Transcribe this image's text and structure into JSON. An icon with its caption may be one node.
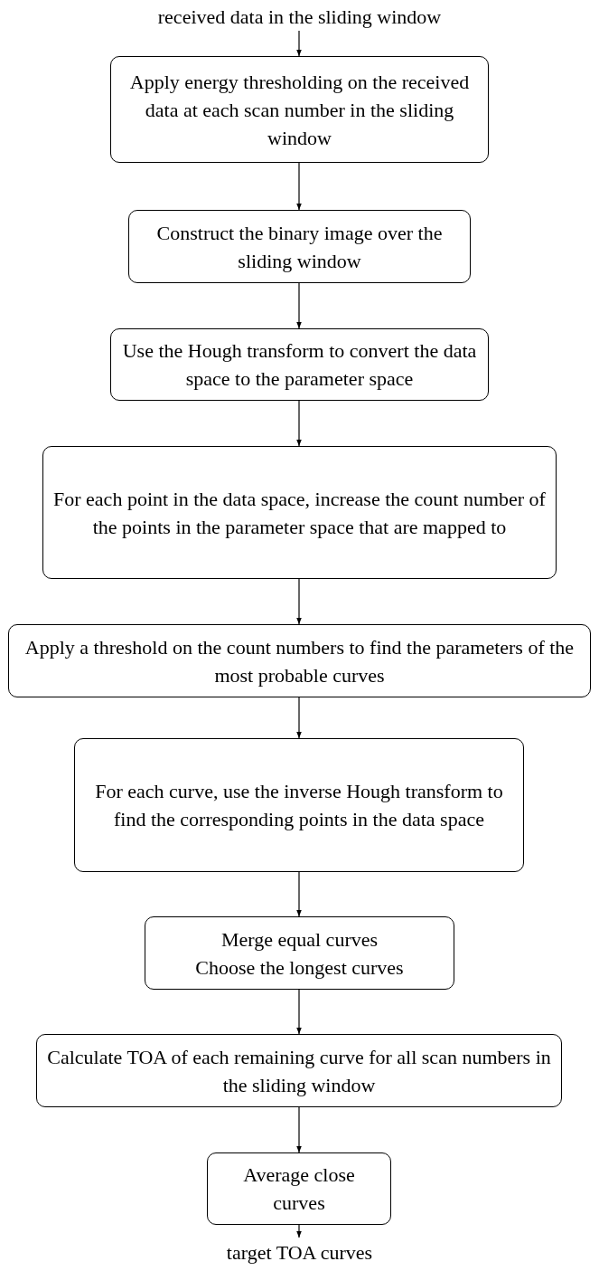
{
  "diagram": {
    "nodes": [
      {
        "text": [
          "received data in the sliding window"
        ]
      },
      {
        "text": [
          "Apply energy thresholding on the received data at each scan number in the sliding window"
        ]
      },
      {
        "text": [
          "Construct the binary image over the sliding window"
        ]
      },
      {
        "text": [
          "Use the Hough transform to convert the data space to the parameter space"
        ]
      },
      {
        "text": [
          "For each point in the data space, increase the count number of the points in the parameter space that are mapped to"
        ]
      },
      {
        "text": [
          "Apply a threshold on the count numbers to find the parameters of the most probable curves"
        ]
      },
      {
        "text": [
          "For each curve, use the inverse Hough transform to find the corresponding points in the data space"
        ]
      },
      {
        "text": [
          "Merge equal curves",
          "Choose the longest curves"
        ]
      },
      {
        "text": [
          "Calculate TOA of each remaining curve for all scan numbers in the sliding window"
        ]
      },
      {
        "text": [
          "Average close curves"
        ]
      },
      {
        "text": [
          "target TOA curves"
        ]
      }
    ],
    "edges": [
      {
        "from": 0,
        "to": 1,
        "arrow": "to"
      },
      {
        "from": 1,
        "to": 2,
        "arrow": "to"
      },
      {
        "from": 2,
        "to": 3,
        "arrow": "to"
      },
      {
        "from": 3,
        "to": 4,
        "arrow": "to"
      },
      {
        "from": 4,
        "to": 5,
        "arrow": "to"
      },
      {
        "from": 5,
        "to": 6,
        "arrow": "to"
      },
      {
        "from": 6,
        "to": 7,
        "arrow": "to"
      },
      {
        "from": 7,
        "to": 8,
        "arrow": "to"
      },
      {
        "from": 8,
        "to": 9,
        "arrow": "to"
      },
      {
        "from": 9,
        "to": 10,
        "arrow": "to"
      }
    ]
  }
}
